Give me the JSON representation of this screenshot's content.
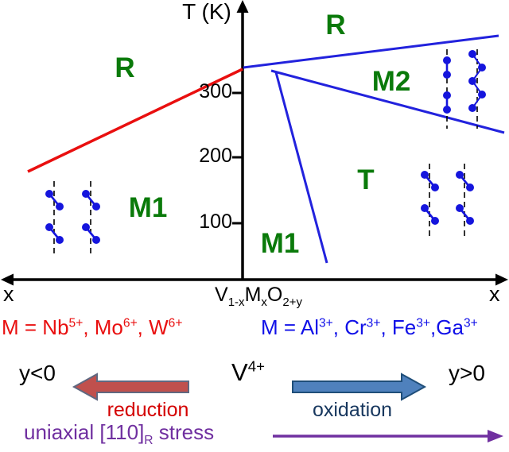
{
  "diagram": {
    "t_axis_label": "T (K)",
    "ticks": [
      "300",
      "200",
      "100"
    ],
    "x_axis_label_left": "x",
    "x_axis_label_right": "x",
    "regions": {
      "r_left": "R",
      "r_right": "R",
      "m2": "M2",
      "m1_left": "M1",
      "t": "T",
      "m1_bottom": "M1"
    }
  },
  "formula_parts": [
    {
      "text": "V"
    },
    {
      "text": "1-x",
      "style": "sub"
    },
    {
      "text": "M"
    },
    {
      "text": "x",
      "style": "sub"
    },
    {
      "text": "O"
    },
    {
      "text": "2+y",
      "style": "sub"
    }
  ],
  "annotations": {
    "red_dopants_parts": [
      {
        "text": "M = Nb"
      },
      {
        "text": "5+",
        "style": "sup"
      },
      {
        "text": ", Mo"
      },
      {
        "text": "6+",
        "style": "sup"
      },
      {
        "text": ", W"
      },
      {
        "text": "6+",
        "style": "sup"
      }
    ],
    "blue_dopants_parts": [
      {
        "text": "M = Al"
      },
      {
        "text": "3+",
        "style": "sup"
      },
      {
        "text": ", Cr"
      },
      {
        "text": "3+",
        "style": "sup"
      },
      {
        "text": ", Fe"
      },
      {
        "text": "3+",
        "style": "sup"
      },
      {
        "text": ",Ga"
      },
      {
        "text": "3+",
        "style": "sup"
      }
    ],
    "y_negative": "y<0",
    "y_positive": "y>0",
    "v_ion_parts": [
      {
        "text": "V"
      },
      {
        "text": "4+",
        "style": "sup"
      }
    ],
    "reduction_label": "reduction",
    "oxidation_label": "oxidation",
    "stress_parts": [
      {
        "text": "uniaxial [110]"
      },
      {
        "text": "R",
        "style": "sub"
      },
      {
        "text": " stress"
      }
    ]
  },
  "colors": {
    "phase_line_red": "#e90f0f",
    "phase_line_blue": "#2222dd",
    "region_label_green": "#0a7a0a",
    "dopant_red": "#e90f0f",
    "dopant_blue": "#1010e8",
    "reduction_red": "#d40000",
    "oxidation_navy": "#17375e",
    "stress_purple": "#7030a0",
    "dimer_blue": "#1515dd",
    "reduction_arrow_fill": "#c0504d",
    "oxidation_arrow_fill": "#4f81bd"
  }
}
